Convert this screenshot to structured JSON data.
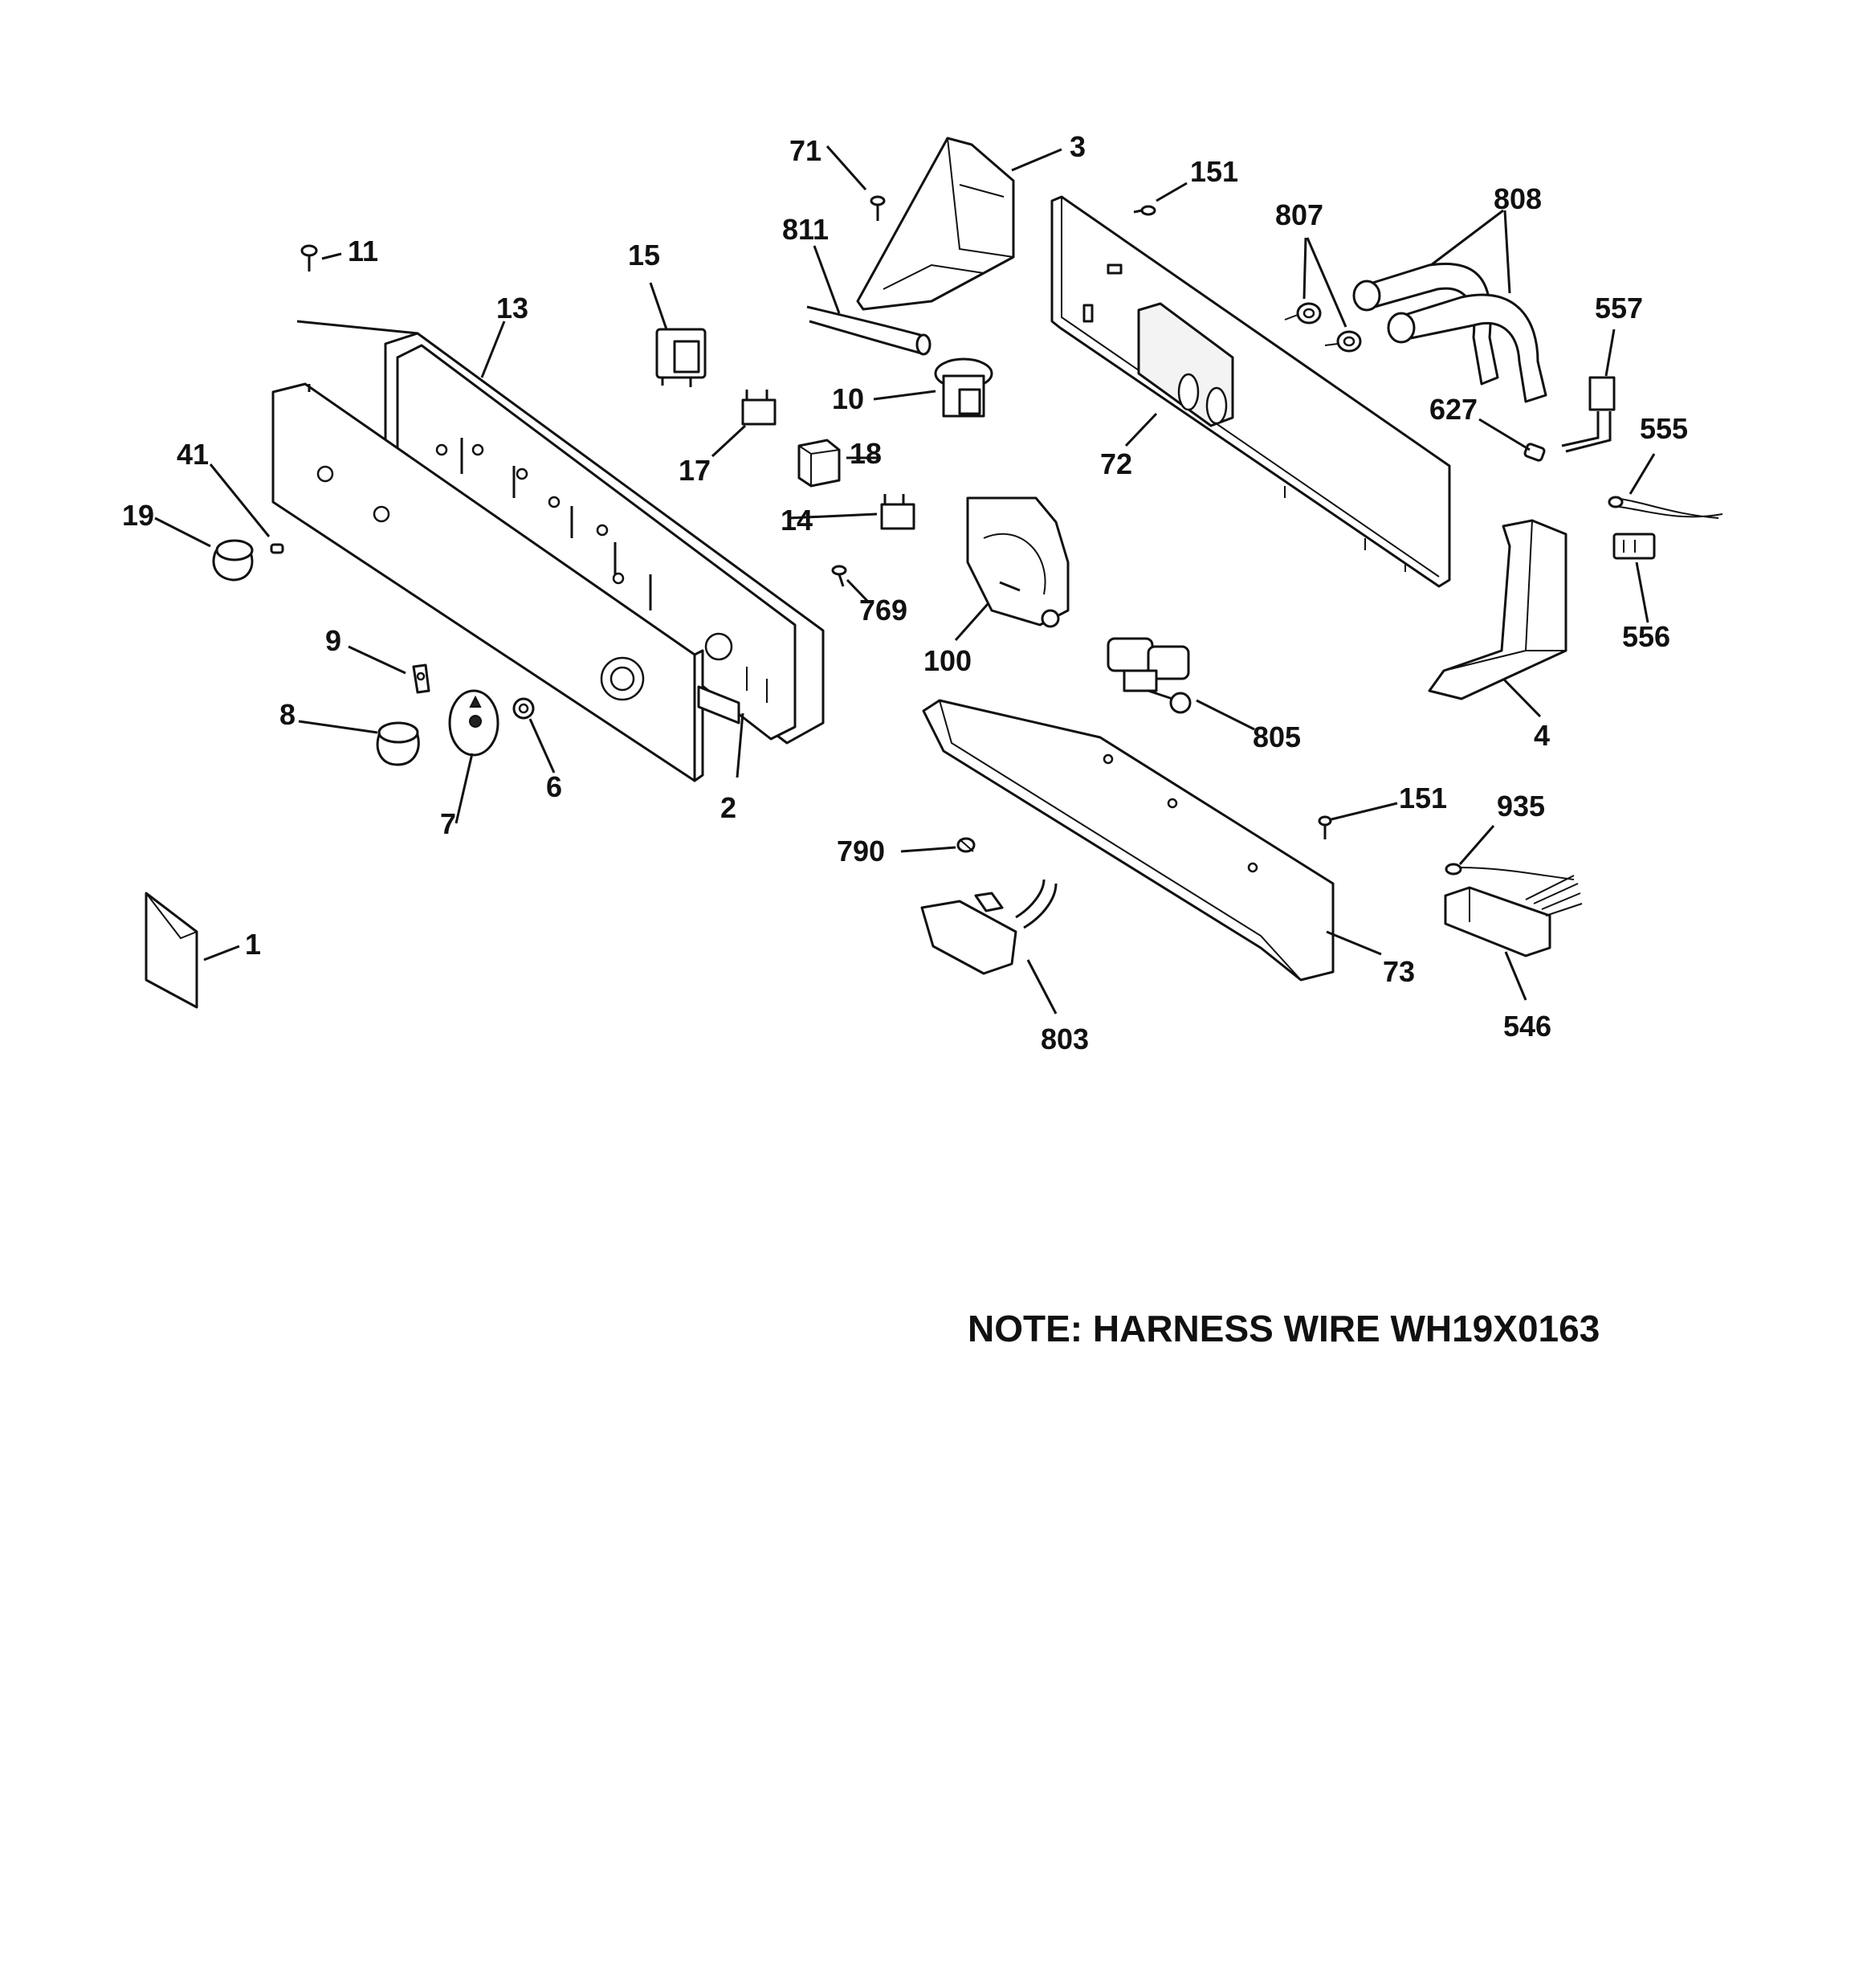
{
  "diagram": {
    "note": "NOTE: HARNESS WIRE WH19X0163",
    "callouts": [
      {
        "id": "c71",
        "text": "71"
      },
      {
        "id": "c3",
        "text": "3"
      },
      {
        "id": "c151a",
        "text": "151"
      },
      {
        "id": "c807",
        "text": "807"
      },
      {
        "id": "c808",
        "text": "808"
      },
      {
        "id": "c11",
        "text": "11"
      },
      {
        "id": "c811",
        "text": "811"
      },
      {
        "id": "c15",
        "text": "15"
      },
      {
        "id": "c13",
        "text": "13"
      },
      {
        "id": "c557",
        "text": "557"
      },
      {
        "id": "c555",
        "text": "555"
      },
      {
        "id": "c627",
        "text": "627"
      },
      {
        "id": "c10",
        "text": "10"
      },
      {
        "id": "c72",
        "text": "72"
      },
      {
        "id": "c41",
        "text": "41"
      },
      {
        "id": "c18",
        "text": "18"
      },
      {
        "id": "c17",
        "text": "17"
      },
      {
        "id": "c19",
        "text": "19"
      },
      {
        "id": "c14",
        "text": "14"
      },
      {
        "id": "c769",
        "text": "769"
      },
      {
        "id": "c556",
        "text": "556"
      },
      {
        "id": "c9",
        "text": "9"
      },
      {
        "id": "c100",
        "text": "100"
      },
      {
        "id": "c8",
        "text": "8"
      },
      {
        "id": "c805",
        "text": "805"
      },
      {
        "id": "c4",
        "text": "4"
      },
      {
        "id": "c6",
        "text": "6"
      },
      {
        "id": "c2",
        "text": "2"
      },
      {
        "id": "c7",
        "text": "7"
      },
      {
        "id": "c151b",
        "text": "151"
      },
      {
        "id": "c935",
        "text": "935"
      },
      {
        "id": "c790",
        "text": "790"
      },
      {
        "id": "c1",
        "text": "1"
      },
      {
        "id": "c73",
        "text": "73"
      },
      {
        "id": "c546",
        "text": "546"
      },
      {
        "id": "c803",
        "text": "803"
      }
    ]
  }
}
